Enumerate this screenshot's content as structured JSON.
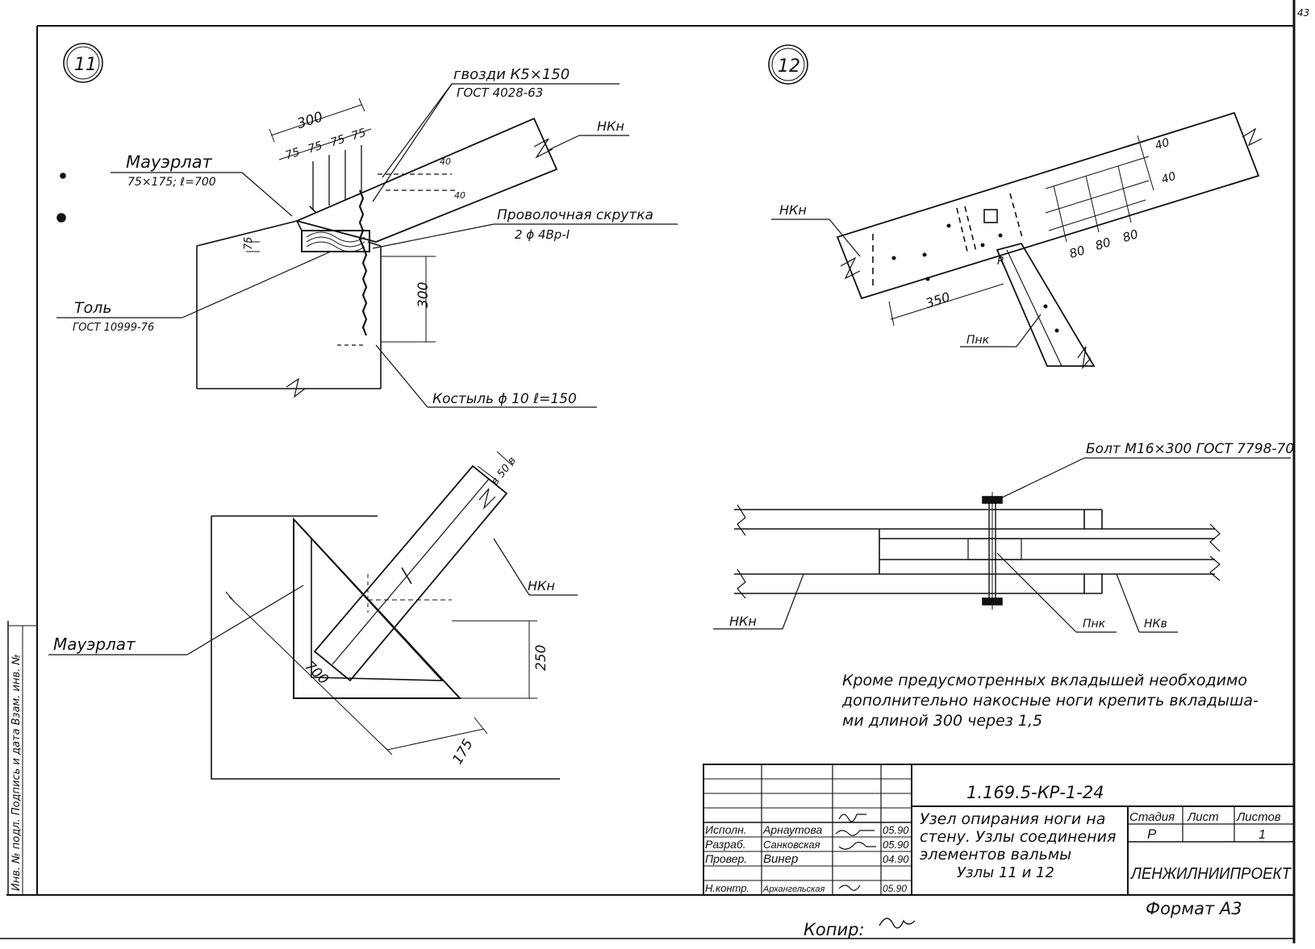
{
  "node11": {
    "marker": "11",
    "labels": {
      "nails": "гвозди К5×150",
      "nails_std": "ГОСТ 4028-63",
      "nkn": "НКн",
      "mauerlat": "Мауэрлат",
      "mauerlat_spec": "75×175; ℓ=700",
      "wire": "Проволочная скрутка",
      "wire_spec": "2 ϕ 4Вр-I",
      "tol": "Толь",
      "tol_std": "ГОСТ 10999-76",
      "crutch": "Костыль ϕ 10 ℓ=150"
    },
    "dims": [
      "300",
      "75",
      "75",
      "75",
      "75",
      "40",
      "40",
      "75",
      "300"
    ]
  },
  "node11_plan": {
    "labels": {
      "nkn": "НКн",
      "mauerlat": "Мауэрлат"
    },
    "dims": [
      "в 50 в",
      "700",
      "250",
      "175"
    ]
  },
  "node12": {
    "marker": "12",
    "labels": {
      "nkn": "НКн",
      "pnk": "Пнк"
    },
    "dims": [
      "40",
      "40",
      "80",
      "80",
      "80",
      "350",
      "R"
    ]
  },
  "node12_section": {
    "labels": {
      "bolt": "Болт М16×300 ГОСТ 7798-70",
      "nkn": "НКн",
      "pnk": "Пнк",
      "nkv": "НКв"
    }
  },
  "note": {
    "line1": "Кроме предусмотренных вкладышей необходимо",
    "line2": "дополнительно накосные ноги крепить вкладыша-",
    "line3": "ми длиной 300 через 1,5"
  },
  "title_block": {
    "code": "1.169.5-КР-1-24",
    "rows": [
      {
        "role": "Исполн.",
        "name": "Арнаутова",
        "date": "05.90"
      },
      {
        "role": "Разраб.",
        "name": "Санковская",
        "date": "05.90"
      },
      {
        "role": "Провер.",
        "name": "Винер",
        "date": "04.90"
      },
      {
        "role": "Н.контр.",
        "name": "Архангельская",
        "date": "05.90"
      }
    ],
    "title_line1": "Узел опирания ноги на",
    "title_line2": "стену. Узлы соединения",
    "title_line3": "элементов вальмы",
    "title_line4": "Узлы 11 и 12",
    "stage_label": "Стадия",
    "sheet_label": "Лист",
    "sheets_label": "Листов",
    "stage": "Р",
    "sheet": "1",
    "org": "ЛЕНЖИЛНИИПРОЕКТ"
  },
  "footer": {
    "copier": "Копир:",
    "format": "Формат А3",
    "page_corner": "43"
  },
  "side_stamp": "Инв. № подл.   Подпись и дата   Взам. инв. №"
}
